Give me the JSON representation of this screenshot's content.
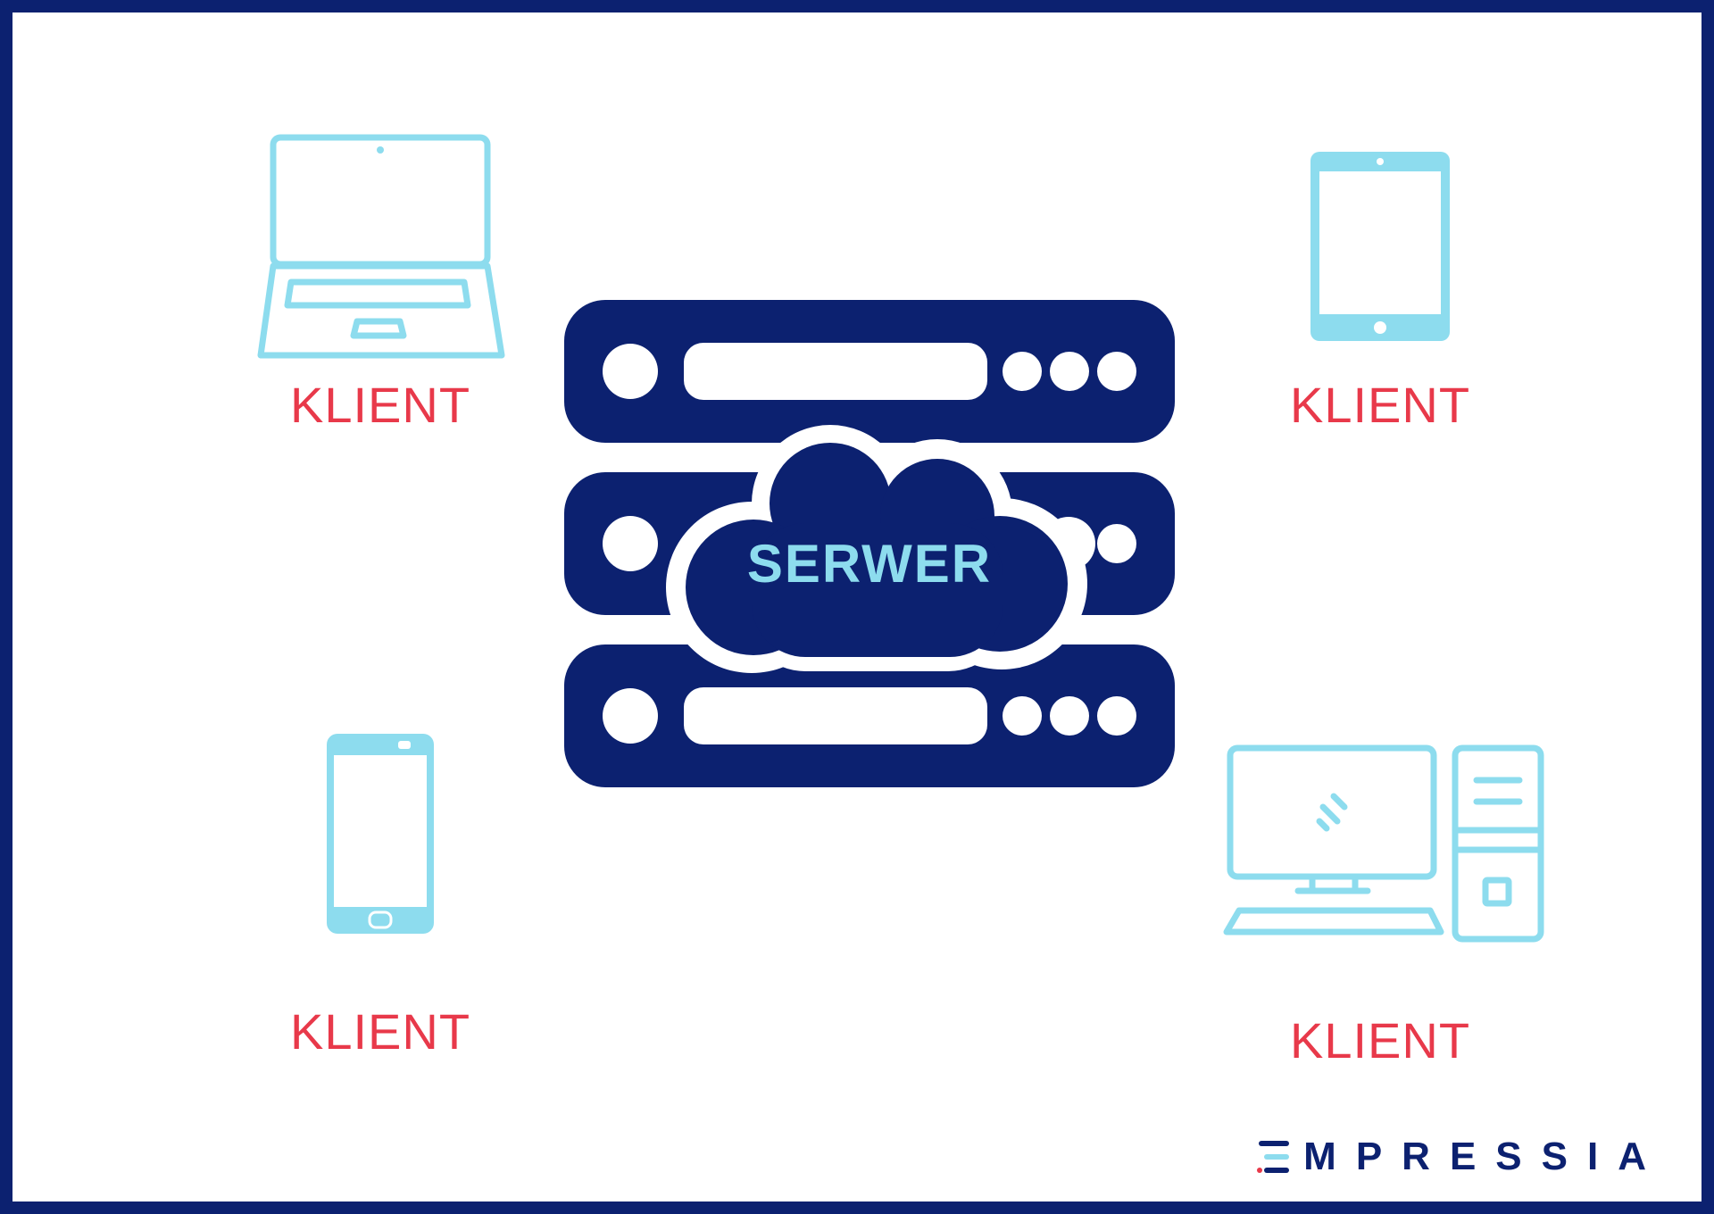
{
  "server": {
    "label": "SERWER"
  },
  "clients": [
    {
      "device": "laptop",
      "label": "KLIENT"
    },
    {
      "device": "tablet",
      "label": "KLIENT"
    },
    {
      "device": "smartphone",
      "label": "KLIENT"
    },
    {
      "device": "desktop-computer",
      "label": "KLIENT"
    }
  ],
  "brand": {
    "logo_text": "MPRESSIA"
  },
  "colors": {
    "navy": "#0c2170",
    "light_blue": "#8ddcee",
    "red": "#e8394a",
    "white": "#ffffff"
  }
}
